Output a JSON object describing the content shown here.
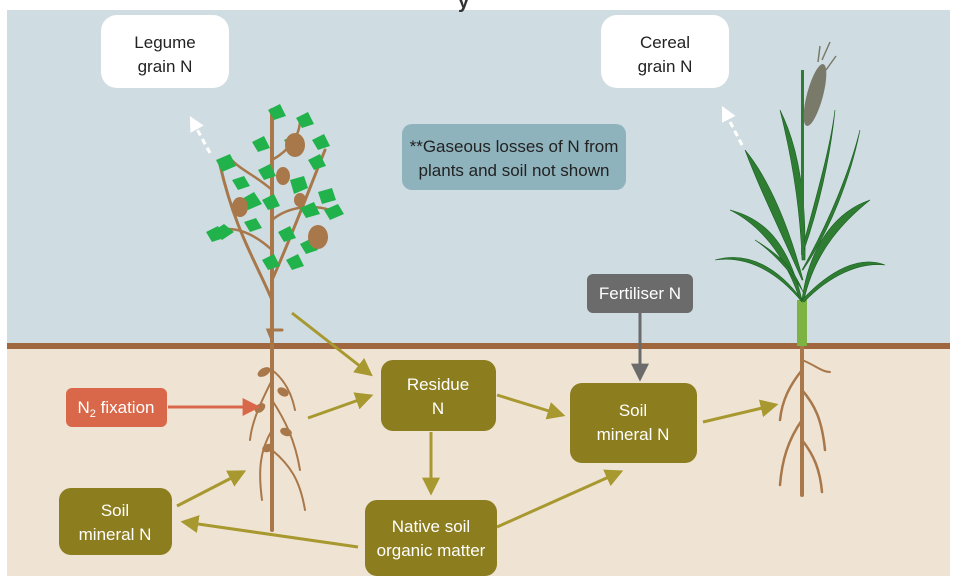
{
  "title_fragment": "y",
  "callouts": {
    "legume_grain": [
      "Legume",
      "grain N"
    ],
    "cereal_grain": [
      "Cereal",
      "grain N"
    ],
    "gaseous_note": [
      "**Gaseous losses of N from",
      "plants and soil not shown"
    ]
  },
  "nodes": {
    "fertiliser": [
      "Fertiliser N"
    ],
    "residue": [
      "Residue",
      "N"
    ],
    "soil_mineral_right": [
      "Soil",
      "mineral N"
    ],
    "soil_mineral_left": [
      "Soil",
      "mineral N"
    ],
    "native_soil": [
      "Native soil",
      "organic matter"
    ],
    "n2_fixation": {
      "main": "N",
      "sub": "2",
      "rest": " fixation"
    }
  },
  "colors": {
    "sky": "#cfdde3",
    "soil": "#efe4d3",
    "ground_line": "#a0673f",
    "node_olive": "#8c7d1e",
    "fixation": "#d9684a",
    "fertiliser": "#6b6b6b",
    "note_box": "#8fb3bd",
    "arrow_olive": "#a89830",
    "leaf_green": "#22b24c",
    "pod_brown": "#a8774a",
    "cereal_green": "#2e7d32"
  }
}
